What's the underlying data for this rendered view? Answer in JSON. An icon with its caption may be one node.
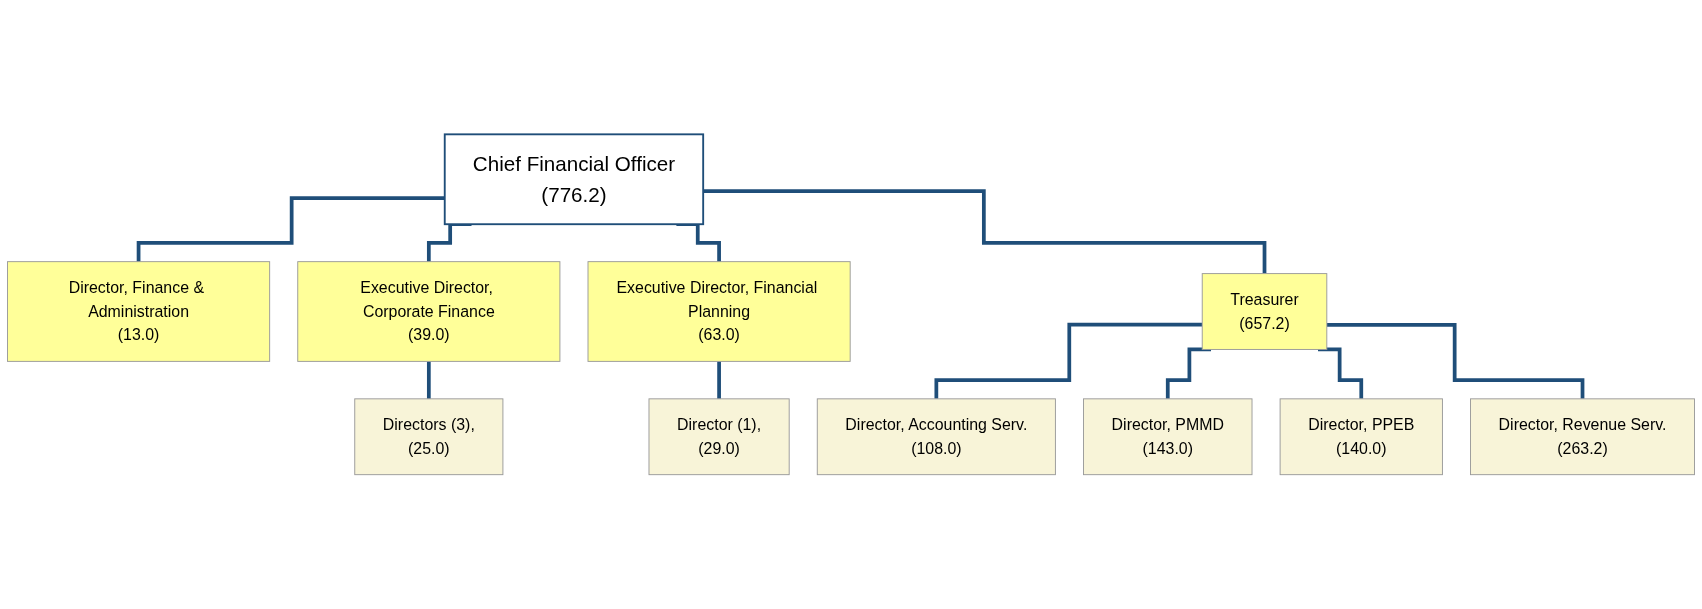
{
  "diagram": {
    "nodes": [
      {
        "text": [
          "Chief Financial Officer",
          "(776.2)"
        ]
      },
      {
        "text": [
          "Director, Finance & Administration",
          "(13.0)"
        ]
      },
      {
        "text": [
          "Executive Director, Corporate Finance",
          "(39.0)"
        ]
      },
      {
        "text": [
          "Executive Director, Financial Planning",
          "(63.0)"
        ]
      },
      {
        "text": [
          "Treasurer",
          "(657.2)"
        ]
      },
      {
        "text": [
          "Directors (3),",
          "(25.0)"
        ]
      },
      {
        "text": [
          "Director (1),",
          "(29.0)"
        ]
      },
      {
        "text": [
          "Director, Accounting Serv.",
          "(108.0)"
        ]
      },
      {
        "text": [
          "Director, PMMD",
          "(143.0)"
        ]
      },
      {
        "text": [
          "Director, PPEB",
          "(140.0)"
        ]
      },
      {
        "text": [
          "Director, Revenue Serv.",
          "(263.2)"
        ]
      }
    ],
    "edges": [
      {
        "from": 0,
        "to": 1,
        "arrow": "none"
      },
      {
        "from": 0,
        "to": 2,
        "arrow": "none"
      },
      {
        "from": 0,
        "to": 3,
        "arrow": "none"
      },
      {
        "from": 0,
        "to": 4,
        "arrow": "none"
      },
      {
        "from": 2,
        "to": 5,
        "arrow": "none"
      },
      {
        "from": 3,
        "to": 6,
        "arrow": "none"
      },
      {
        "from": 4,
        "to": 7,
        "arrow": "none"
      },
      {
        "from": 4,
        "to": 8,
        "arrow": "none"
      },
      {
        "from": 4,
        "to": 9,
        "arrow": "none"
      },
      {
        "from": 4,
        "to": 10,
        "arrow": "none"
      }
    ]
  }
}
